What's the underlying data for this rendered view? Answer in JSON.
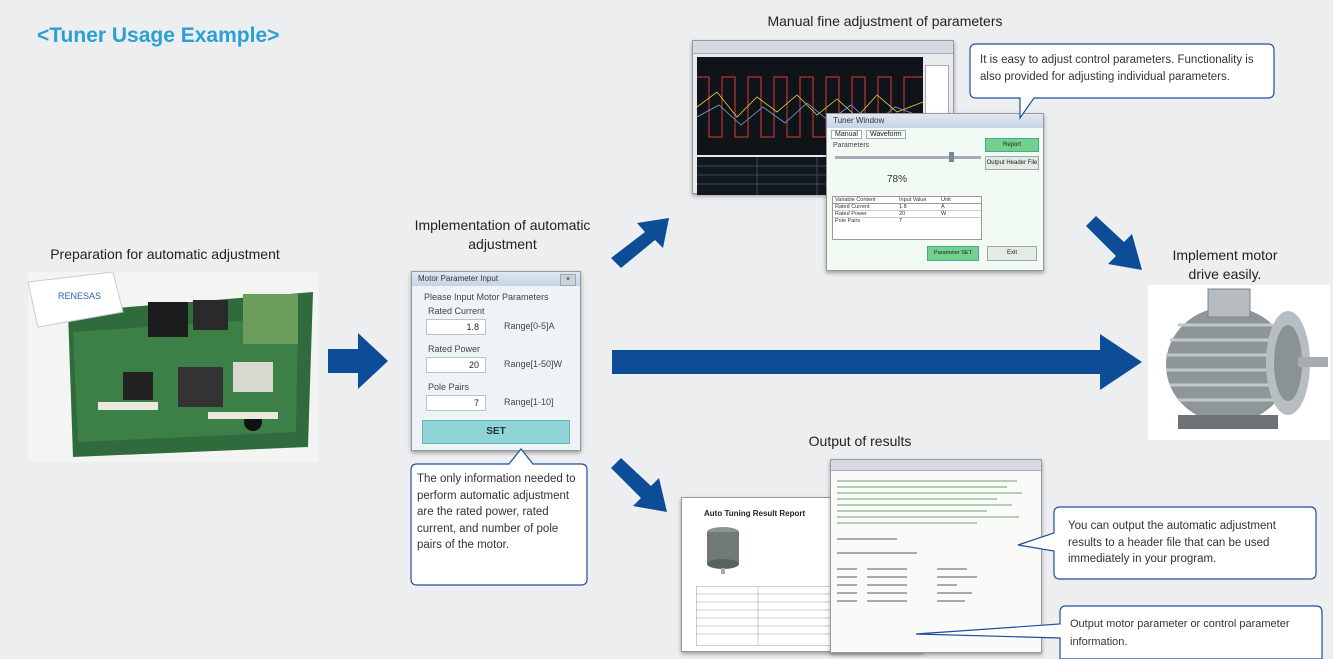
{
  "heading": "<Tuner Usage Example>",
  "labels": {
    "prep": "Preparation for automatic adjustment",
    "impl_line1": "Implementation of automatic",
    "impl_line2": "adjustment",
    "manual": "Manual fine adjustment of parameters",
    "output": "Output of results",
    "motor_line1": "Implement motor",
    "motor_line2": "drive easily."
  },
  "callouts": {
    "manual": "It is easy to adjust control parameters. Functionality is also provided for adjusting individual parameters.",
    "input": "The only information needed to perform automatic adjustment are the rated power, rated current, and number of pole pairs of the motor.",
    "header": "You can output the automatic adjustment results to a header file that can be used immediately in your program.",
    "params": "Output motor parameter or control parameter information."
  },
  "dialog": {
    "title": "Motor Parameter Input",
    "prompt": "Please Input Motor Parameters",
    "fields": [
      {
        "label": "Rated Current",
        "value": "1.8",
        "range": "Range[0-5]A"
      },
      {
        "label": "Rated Power",
        "value": "20",
        "range": "Range[1-50]W"
      },
      {
        "label": "Pole Pairs",
        "value": "7",
        "range": "Range[1-10]"
      }
    ],
    "set_label": "SET"
  },
  "tuner": {
    "title": "Tuner Window",
    "tab1": "Manual",
    "tab2": "Waveform",
    "section": "Parameters",
    "percent": "78%",
    "btn_report": "Report",
    "btn_header": "Output Header File",
    "btn_exit": "Exit",
    "btn_param": "Parameter SET",
    "table_headers": [
      "Variable Content",
      "Input Value",
      "Unit"
    ],
    "table_rows": [
      [
        "Rated Current",
        "1.8",
        "A"
      ],
      [
        "Rated Power",
        "20",
        "W"
      ],
      [
        "Pole Pairs",
        "7",
        ""
      ]
    ]
  },
  "report": {
    "title": "Auto Tuning Result Report"
  },
  "colors": {
    "accent": "#2aa0d6",
    "arrow": "#0d4c97",
    "callout_border": "#1e4f9b",
    "set_button": "#8fd4d8"
  }
}
